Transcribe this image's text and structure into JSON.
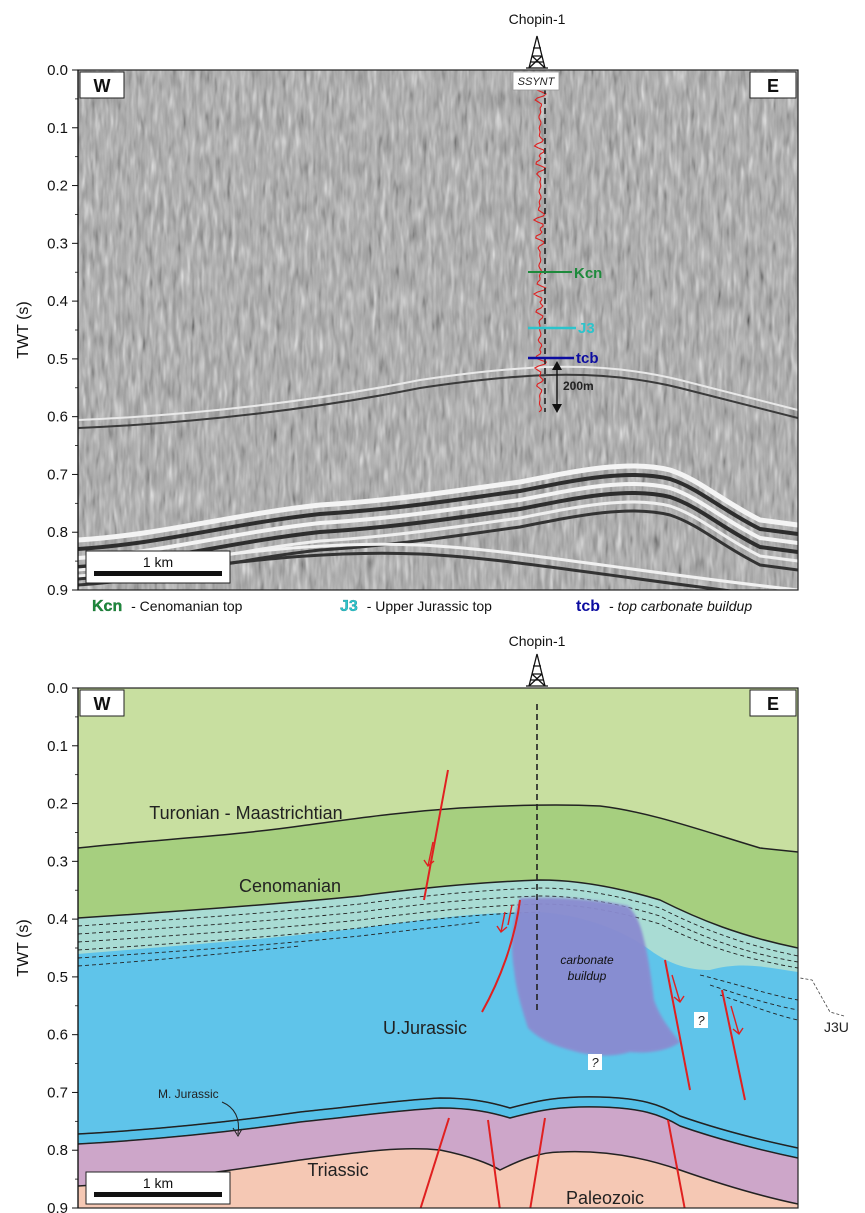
{
  "well": {
    "name": "Chopin-1"
  },
  "axis": {
    "ylabel": "TWT (s)",
    "ticks": [
      "0.0",
      "0.1",
      "0.2",
      "0.3",
      "0.4",
      "0.5",
      "0.6",
      "0.7",
      "0.8",
      "0.9"
    ]
  },
  "seismic": {
    "west_label": "W",
    "east_label": "E",
    "synthetic_label": "SSYNT",
    "horizon_labels": {
      "kcn": "Kcn",
      "j3": "J3",
      "tcb": "tcb"
    },
    "interval_label": "200m",
    "scalebar_label": "1 km"
  },
  "legend": {
    "kcn_code": "Kcn",
    "kcn_text": "- Cenomanian top",
    "j3_code": "J3",
    "j3_text": "- Upper Jurassic top",
    "tcb_code": "tcb",
    "tcb_text": "- top carbonate buildup"
  },
  "geology": {
    "west_label": "W",
    "east_label": "E",
    "units": {
      "turonian": "Turonian - Maastrichtian",
      "cenomanian": "Cenomanian",
      "carbonate_1": "carbonate",
      "carbonate_2": "buildup",
      "u_jurassic": "U.Jurassic",
      "m_jurassic": "M. Jurassic",
      "triassic": "Triassic",
      "paleozoic": "Paleozoic",
      "j3u": "J3U",
      "question": "?"
    },
    "scalebar_label": "1 km"
  },
  "colors": {
    "turonian": "#c8dfa0",
    "cenomanian": "#a6cf7f",
    "j3u_band": "#a9dcd4",
    "u_jurassic": "#5fc4ea",
    "buildup": "#8a8bd0",
    "triassic": "#cda6c9",
    "paleozoic": "#f5c8b4",
    "fault": "#e02020",
    "kcn": "#1e8a3c",
    "j3": "#2cc4cc",
    "tcb": "#0c0ca0"
  }
}
